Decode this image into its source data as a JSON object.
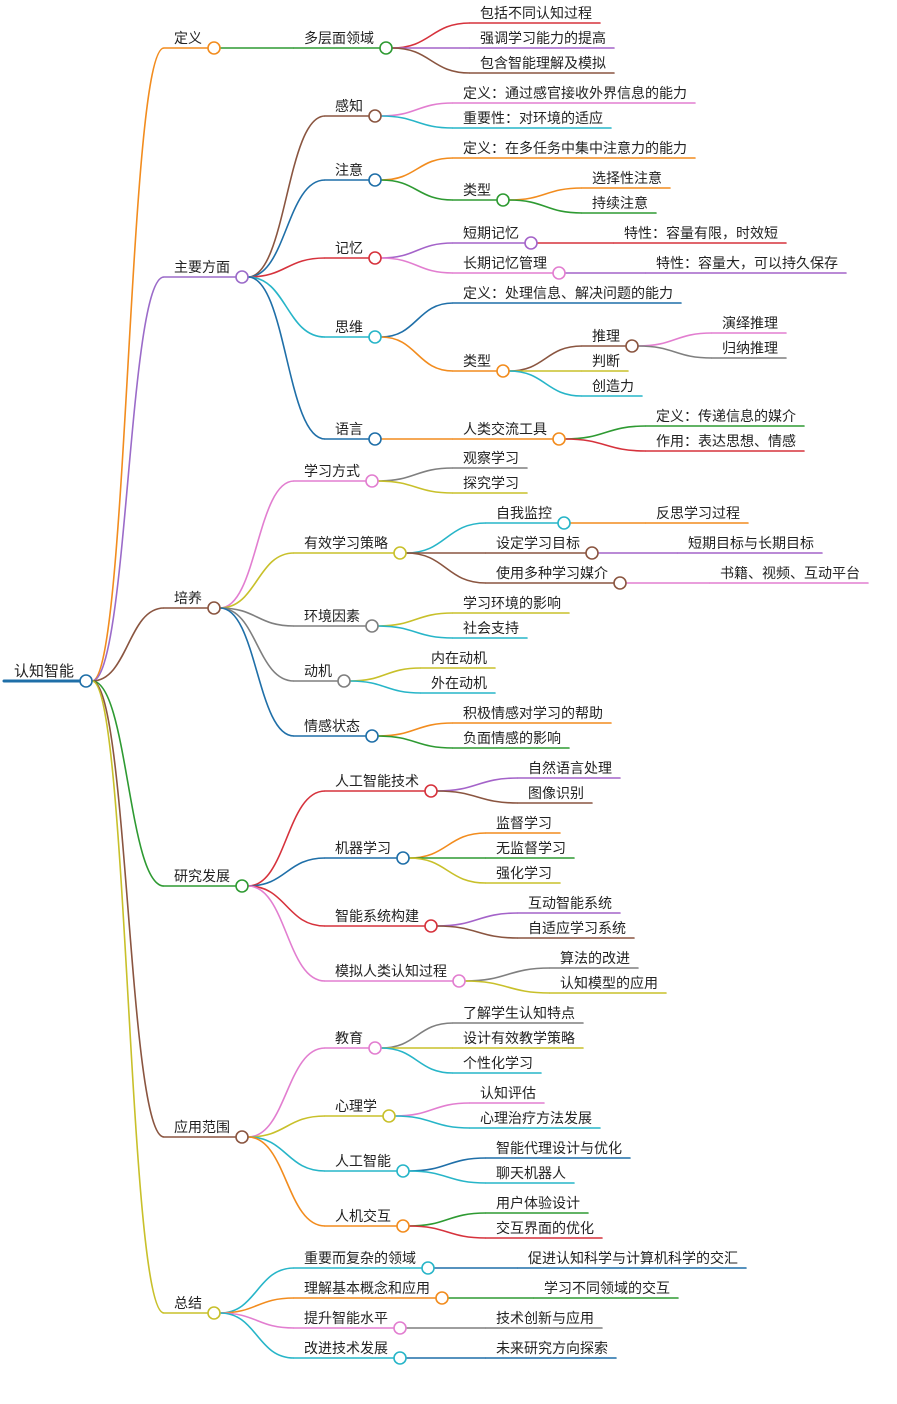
{
  "root": {
    "label": "认知智能",
    "color": "#1f6fa8",
    "children": [
      {
        "label": "定义",
        "color": "#f28c1e",
        "children": [
          {
            "label": "多层面领域",
            "color": "#2e9a32",
            "children": [
              {
                "label": "包括不同认知过程",
                "color": "#d6323c"
              },
              {
                "label": "强调学习能力的提高",
                "color": "#a463c9"
              },
              {
                "label": "包含智能理解及模拟",
                "color": "#8a5540"
              }
            ]
          }
        ]
      },
      {
        "label": "主要方面",
        "color": "#9b6bc9",
        "children": [
          {
            "label": "感知",
            "color": "#8a5540",
            "children": [
              {
                "label": "定义：通过感官接收外界信息的能力",
                "color": "#e27ed0"
              },
              {
                "label": "重要性：对环境的适应",
                "color": "#27b5c8"
              }
            ]
          },
          {
            "label": "注意",
            "color": "#1f6fa8",
            "children": [
              {
                "label": "定义：在多任务中集中注意力的能力",
                "color": "#f28c1e"
              },
              {
                "label": "类型",
                "color": "#2e9a32",
                "children": [
                  {
                    "label": "选择性注意",
                    "color": "#f28c1e"
                  },
                  {
                    "label": "持续注意",
                    "color": "#2e9a32"
                  }
                ]
              }
            ]
          },
          {
            "label": "记忆",
            "color": "#d6323c",
            "children": [
              {
                "label": "短期记忆",
                "color": "#a463c9",
                "children": [
                  {
                    "label": "特性：容量有限，时效短",
                    "color": "#d6323c"
                  }
                ]
              },
              {
                "label": "长期记忆管理",
                "color": "#e27ed0",
                "children": [
                  {
                    "label": "特性：容量大，可以持久保存",
                    "color": "#a463c9"
                  }
                ]
              }
            ]
          },
          {
            "label": "思维",
            "color": "#27b5c8",
            "children": [
              {
                "label": "定义：处理信息、解决问题的能力",
                "color": "#1f6fa8"
              },
              {
                "label": "类型",
                "color": "#f28c1e",
                "children": [
                  {
                    "label": "推理",
                    "color": "#8a5540",
                    "children": [
                      {
                        "label": "演绎推理",
                        "color": "#e27ed0"
                      },
                      {
                        "label": "归纳推理",
                        "color": "#7f7f7f"
                      }
                    ]
                  },
                  {
                    "label": "判断",
                    "color": "#c8c02a"
                  },
                  {
                    "label": "创造力",
                    "color": "#27b5c8"
                  }
                ]
              }
            ]
          },
          {
            "label": "语言",
            "color": "#1f6fa8",
            "children": [
              {
                "label": "人类交流工具",
                "color": "#f28c1e",
                "children": [
                  {
                    "label": "定义：传递信息的媒介",
                    "color": "#2e9a32"
                  },
                  {
                    "label": "作用：表达思想、情感",
                    "color": "#d6323c"
                  }
                ]
              }
            ]
          }
        ]
      },
      {
        "label": "培养",
        "color": "#8a5540",
        "children": [
          {
            "label": "学习方式",
            "color": "#e27ed0",
            "children": [
              {
                "label": "观察学习",
                "color": "#7f7f7f"
              },
              {
                "label": "探究学习",
                "color": "#c8c02a"
              }
            ]
          },
          {
            "label": "有效学习策略",
            "color": "#c8c02a",
            "children": [
              {
                "label": "自我监控",
                "color": "#27b5c8",
                "children": [
                  {
                    "label": "反思学习过程",
                    "color": "#f28c1e"
                  }
                ]
              },
              {
                "label": "设定学习目标",
                "color": "#8a5540",
                "children": [
                  {
                    "label": "短期目标与长期目标",
                    "color": "#a463c9"
                  }
                ]
              },
              {
                "label": "使用多种学习媒介",
                "color": "#8a5540",
                "children": [
                  {
                    "label": "书籍、视频、互动平台",
                    "color": "#e27ed0"
                  }
                ]
              }
            ]
          },
          {
            "label": "环境因素",
            "color": "#7f7f7f",
            "children": [
              {
                "label": "学习环境的影响",
                "color": "#c8c02a"
              },
              {
                "label": "社会支持",
                "color": "#27b5c8"
              }
            ]
          },
          {
            "label": "动机",
            "color": "#7f7f7f",
            "children": [
              {
                "label": "内在动机",
                "color": "#c8c02a"
              },
              {
                "label": "外在动机",
                "color": "#27b5c8"
              }
            ]
          },
          {
            "label": "情感状态",
            "color": "#1f6fa8",
            "children": [
              {
                "label": "积极情感对学习的帮助",
                "color": "#f28c1e"
              },
              {
                "label": "负面情感的影响",
                "color": "#2e9a32"
              }
            ]
          }
        ]
      },
      {
        "label": "研究发展",
        "color": "#2e9a32",
        "children": [
          {
            "label": "人工智能技术",
            "color": "#d6323c",
            "children": [
              {
                "label": "自然语言处理",
                "color": "#a463c9"
              },
              {
                "label": "图像识别",
                "color": "#8a5540"
              }
            ]
          },
          {
            "label": "机器学习",
            "color": "#1f6fa8",
            "children": [
              {
                "label": "监督学习",
                "color": "#f28c1e"
              },
              {
                "label": "无监督学习",
                "color": "#2e9a32"
              },
              {
                "label": "强化学习",
                "color": "#c8c02a"
              }
            ]
          },
          {
            "label": "智能系统构建",
            "color": "#d6323c",
            "children": [
              {
                "label": "互动智能系统",
                "color": "#a463c9"
              },
              {
                "label": "自适应学习系统",
                "color": "#8a5540"
              }
            ]
          },
          {
            "label": "模拟人类认知过程",
            "color": "#e27ed0",
            "children": [
              {
                "label": "算法的改进",
                "color": "#7f7f7f"
              },
              {
                "label": "认知模型的应用",
                "color": "#c8c02a"
              }
            ]
          }
        ]
      },
      {
        "label": "应用范围",
        "color": "#8a5540",
        "children": [
          {
            "label": "教育",
            "color": "#e27ed0",
            "children": [
              {
                "label": "了解学生认知特点",
                "color": "#7f7f7f"
              },
              {
                "label": "设计有效教学策略",
                "color": "#c8c02a"
              },
              {
                "label": "个性化学习",
                "color": "#27b5c8"
              }
            ]
          },
          {
            "label": "心理学",
            "color": "#c8c02a",
            "children": [
              {
                "label": "认知评估",
                "color": "#e27ed0"
              },
              {
                "label": "心理治疗方法发展",
                "color": "#27b5c8"
              }
            ]
          },
          {
            "label": "人工智能",
            "color": "#27b5c8",
            "children": [
              {
                "label": "智能代理设计与优化",
                "color": "#1f6fa8"
              },
              {
                "label": "聊天机器人",
                "color": "#27b5c8"
              }
            ]
          },
          {
            "label": "人机交互",
            "color": "#f28c1e",
            "children": [
              {
                "label": "用户体验设计",
                "color": "#2e9a32"
              },
              {
                "label": "交互界面的优化",
                "color": "#d6323c"
              }
            ]
          }
        ]
      },
      {
        "label": "总结",
        "color": "#c8c02a",
        "children": [
          {
            "label": "重要而复杂的领域",
            "color": "#27b5c8",
            "children": [
              {
                "label": "促进认知科学与计算机科学的交汇",
                "color": "#1f6fa8"
              }
            ]
          },
          {
            "label": "理解基本概念和应用",
            "color": "#f28c1e",
            "children": [
              {
                "label": "学习不同领域的交互",
                "color": "#2e9a32"
              }
            ]
          },
          {
            "label": "提升智能水平",
            "color": "#e27ed0",
            "children": [
              {
                "label": "技术创新与应用",
                "color": "#7f7f7f"
              }
            ]
          },
          {
            "label": "改进技术发展",
            "color": "#27b5c8",
            "children": [
              {
                "label": "未来研究方向探索",
                "color": "#1f6fa8"
              }
            ]
          }
        ]
      }
    ]
  }
}
